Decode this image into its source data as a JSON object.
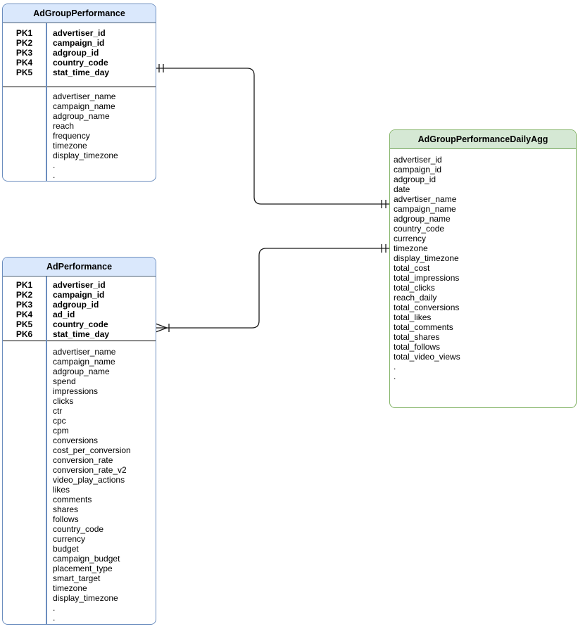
{
  "diagram": {
    "type": "er-diagram",
    "tables": [
      {
        "title": "AdGroupPerformance",
        "theme": "blue",
        "primary_keys": [
          {
            "key": "PK1",
            "field": "advertiser_id"
          },
          {
            "key": "PK2",
            "field": "campaign_id"
          },
          {
            "key": "PK3",
            "field": "adgroup_id"
          },
          {
            "key": "PK4",
            "field": "country_code"
          },
          {
            "key": "PK5",
            "field": "stat_time_day"
          }
        ],
        "fields": [
          "advertiser_name",
          "campaign_name",
          "adgroup_name",
          "reach",
          "frequency",
          "timezone",
          "display_timezone",
          ".",
          "."
        ]
      },
      {
        "title": "AdPerformance",
        "theme": "blue",
        "primary_keys": [
          {
            "key": "PK1",
            "field": "advertiser_id"
          },
          {
            "key": "PK2",
            "field": "campaign_id"
          },
          {
            "key": "PK3",
            "field": "adgroup_id"
          },
          {
            "key": "PK4",
            "field": "ad_id"
          },
          {
            "key": "PK5",
            "field": "country_code"
          },
          {
            "key": "PK6",
            "field": "stat_time_day"
          }
        ],
        "fields": [
          "advertiser_name",
          "campaign_name",
          "adgroup_name",
          "spend",
          "impressions",
          "clicks",
          "ctr",
          "cpc",
          "cpm",
          "conversions",
          "cost_per_conversion",
          "conversion_rate",
          "conversion_rate_v2",
          "video_play_actions",
          "likes",
          "comments",
          "shares",
          "follows",
          "country_code",
          "currency",
          "budget",
          "campaign_budget",
          "placement_type",
          "smart_target",
          "timezone",
          "display_timezone",
          ".",
          "."
        ]
      },
      {
        "title": "AdGroupPerformanceDailyAgg",
        "theme": "green",
        "primary_keys": [],
        "fields": [
          "advertiser_id",
          "campaign_id",
          "adgroup_id",
          "date",
          "advertiser_name",
          "campaign_name",
          "adgroup_name",
          "country_code",
          "currency",
          "timezone",
          "display_timezone",
          "total_cost",
          "total_impressions",
          "total_clicks",
          "reach_daily",
          "total_conversions",
          "total_likes",
          "total_comments",
          "total_shares",
          "total_follows",
          "total_video_views",
          ".",
          "."
        ]
      }
    ],
    "relationships": [
      {
        "from": "AdGroupPerformance",
        "to": "AdGroupPerformanceDailyAgg",
        "from_cardinality": "one-and-only-one",
        "to_cardinality": "one-and-only-one"
      },
      {
        "from": "AdPerformance",
        "to": "AdGroupPerformanceDailyAgg",
        "from_cardinality": "one-or-many",
        "to_cardinality": "one-and-only-one"
      }
    ],
    "colors": {
      "blue_header_fill": "#dae8fc",
      "blue_border": "#6c8ebf",
      "green_header_fill": "#d5e8d4",
      "green_border": "#82b366",
      "connector": "#1a1a1a"
    }
  }
}
